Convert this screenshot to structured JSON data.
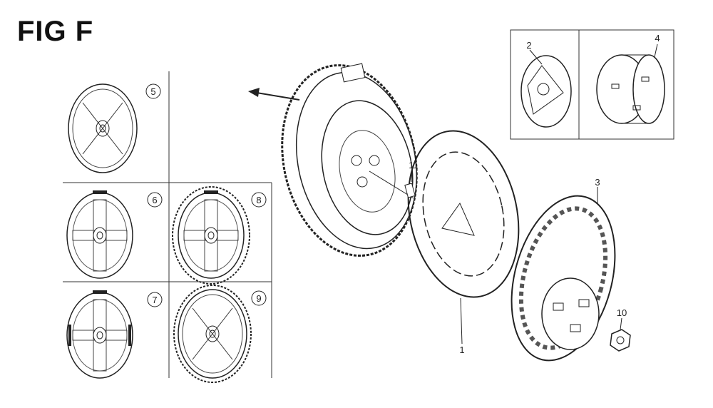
{
  "figure": {
    "title": "FIG F",
    "parts": [
      {
        "number": "1"
      },
      {
        "number": "2"
      },
      {
        "number": "3"
      },
      {
        "number": "4"
      },
      {
        "number": "5"
      },
      {
        "number": "6"
      },
      {
        "number": "7"
      },
      {
        "number": "8"
      },
      {
        "number": "9"
      },
      {
        "number": "10"
      },
      {
        "number": "11"
      }
    ]
  }
}
